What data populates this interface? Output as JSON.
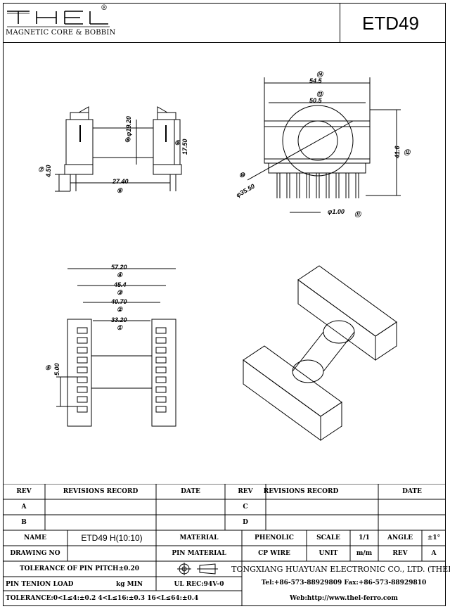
{
  "header": {
    "logo_text": "THEL",
    "registered_mark": "®",
    "logo_subtitle": "MAGNETIC CORE & BOBBIN",
    "part_number": "ETD49"
  },
  "dimensions": {
    "top_front": {
      "h_1920": "φ19.20",
      "h_1750": "17.50",
      "w_2740": "27.40",
      "h_450": "4.50",
      "n6": "⑥",
      "n8": "⑧",
      "n9": "⑨",
      "n7": "⑦"
    },
    "top_side": {
      "w_545": "54.5",
      "w_505": "50.5",
      "d_3550": "φ35.50",
      "h_416": "41.6",
      "pin_100": "φ1.00",
      "n14": "⑭",
      "n13": "⑬",
      "n10": "⑩",
      "n12": "⑫",
      "n11": "⑪"
    },
    "bottom": {
      "w_5720": "57.20",
      "w_454": "45.4",
      "w_4070": "40.70",
      "w_3320": "33.20",
      "pitch_500": "5.00",
      "n4": "④",
      "n3": "③",
      "n2": "②",
      "n1": "①",
      "n5": "⑤"
    }
  },
  "table": {
    "rev_header": "REV",
    "revisions_header": "REVISIONS RECORD",
    "date_header": "DATE",
    "rev_a": "A",
    "rev_b": "B",
    "rev_c": "C",
    "rev_d": "D",
    "name_label": "NAME",
    "name_value": "ETD49 H(10:10)",
    "material_label": "MATERIAL",
    "material_value": "PHENOLIC",
    "scale_label": "SCALE",
    "scale_value": "1/1",
    "angle_label": "ANGLE",
    "angle_value": "±1°",
    "drawing_no_label": "DRAWING NO",
    "pin_material_label": "PIN MATERIAL",
    "pin_material_value": "CP WIRE",
    "unit_label": "UNIT",
    "unit_value": "m/m",
    "rev_label": "REV",
    "rev_value": "A",
    "tolerance_pitch": "TOLERANCE OF PIN PITCH±0.20",
    "company": "TONGXIANG HUAYUAN ELECTRONIC CO., LTD.  (THEL)",
    "pin_tension_label": "PIN TENION LOAD",
    "pin_tension_unit": "kg MIN",
    "ul_rec": "UL REC:94V-0",
    "tel": "Tel:+86-573-88929809 Fax:+86-573-88929810",
    "tolerance_line": "TOLERANCE:0<L≤4:±0.2  4<L≤16:±0.3  16<L≤64:±0.4",
    "web": "Web:http://www.thel-ferro.com"
  }
}
